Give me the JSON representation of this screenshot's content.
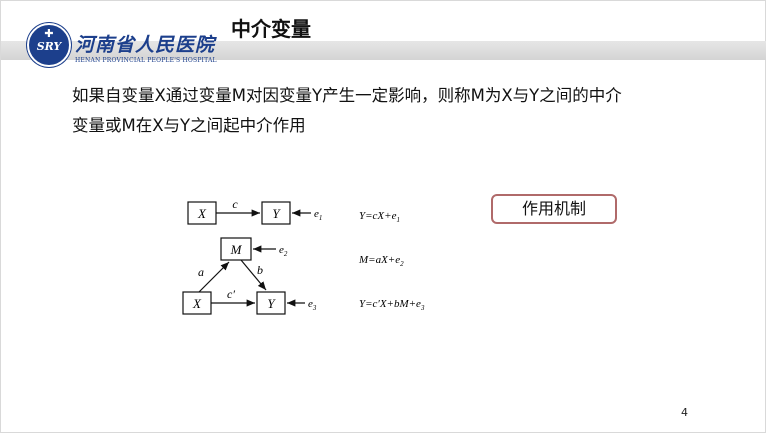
{
  "logo": {
    "name": "河南省人民医院",
    "subtitle": "HENAN PROVINCIAL PEOPLE'S HOSPITAL",
    "initials": "SRY"
  },
  "slide": {
    "title": "中介变量",
    "line1": "如果自变量X通过变量M对因变量Y产生一定影响，则称M为X与Y之间的中介",
    "line2": "变量或M在X与Y之间起中介作用",
    "mechanism_button": "作用机制",
    "page_number": "4"
  },
  "diagram": {
    "top": {
      "x": "X",
      "y": "Y",
      "path": "c",
      "error": "e",
      "error_sub": "1",
      "equation": "Y=cX+e",
      "equation_sub": "1"
    },
    "mediator": {
      "m": "M",
      "error": "e",
      "error_sub": "2",
      "equation": "M=aX+e",
      "equation_sub": "2"
    },
    "bottom": {
      "x": "X",
      "y": "Y",
      "path_a": "a",
      "path_b": "b",
      "path_c": "c′",
      "error": "e",
      "error_sub": "3",
      "equation": "Y=c′X+bM+e",
      "equation_sub": "3"
    }
  },
  "colors": {
    "brand_blue": "#1c3f8c",
    "button_border": "#b06a6a"
  }
}
